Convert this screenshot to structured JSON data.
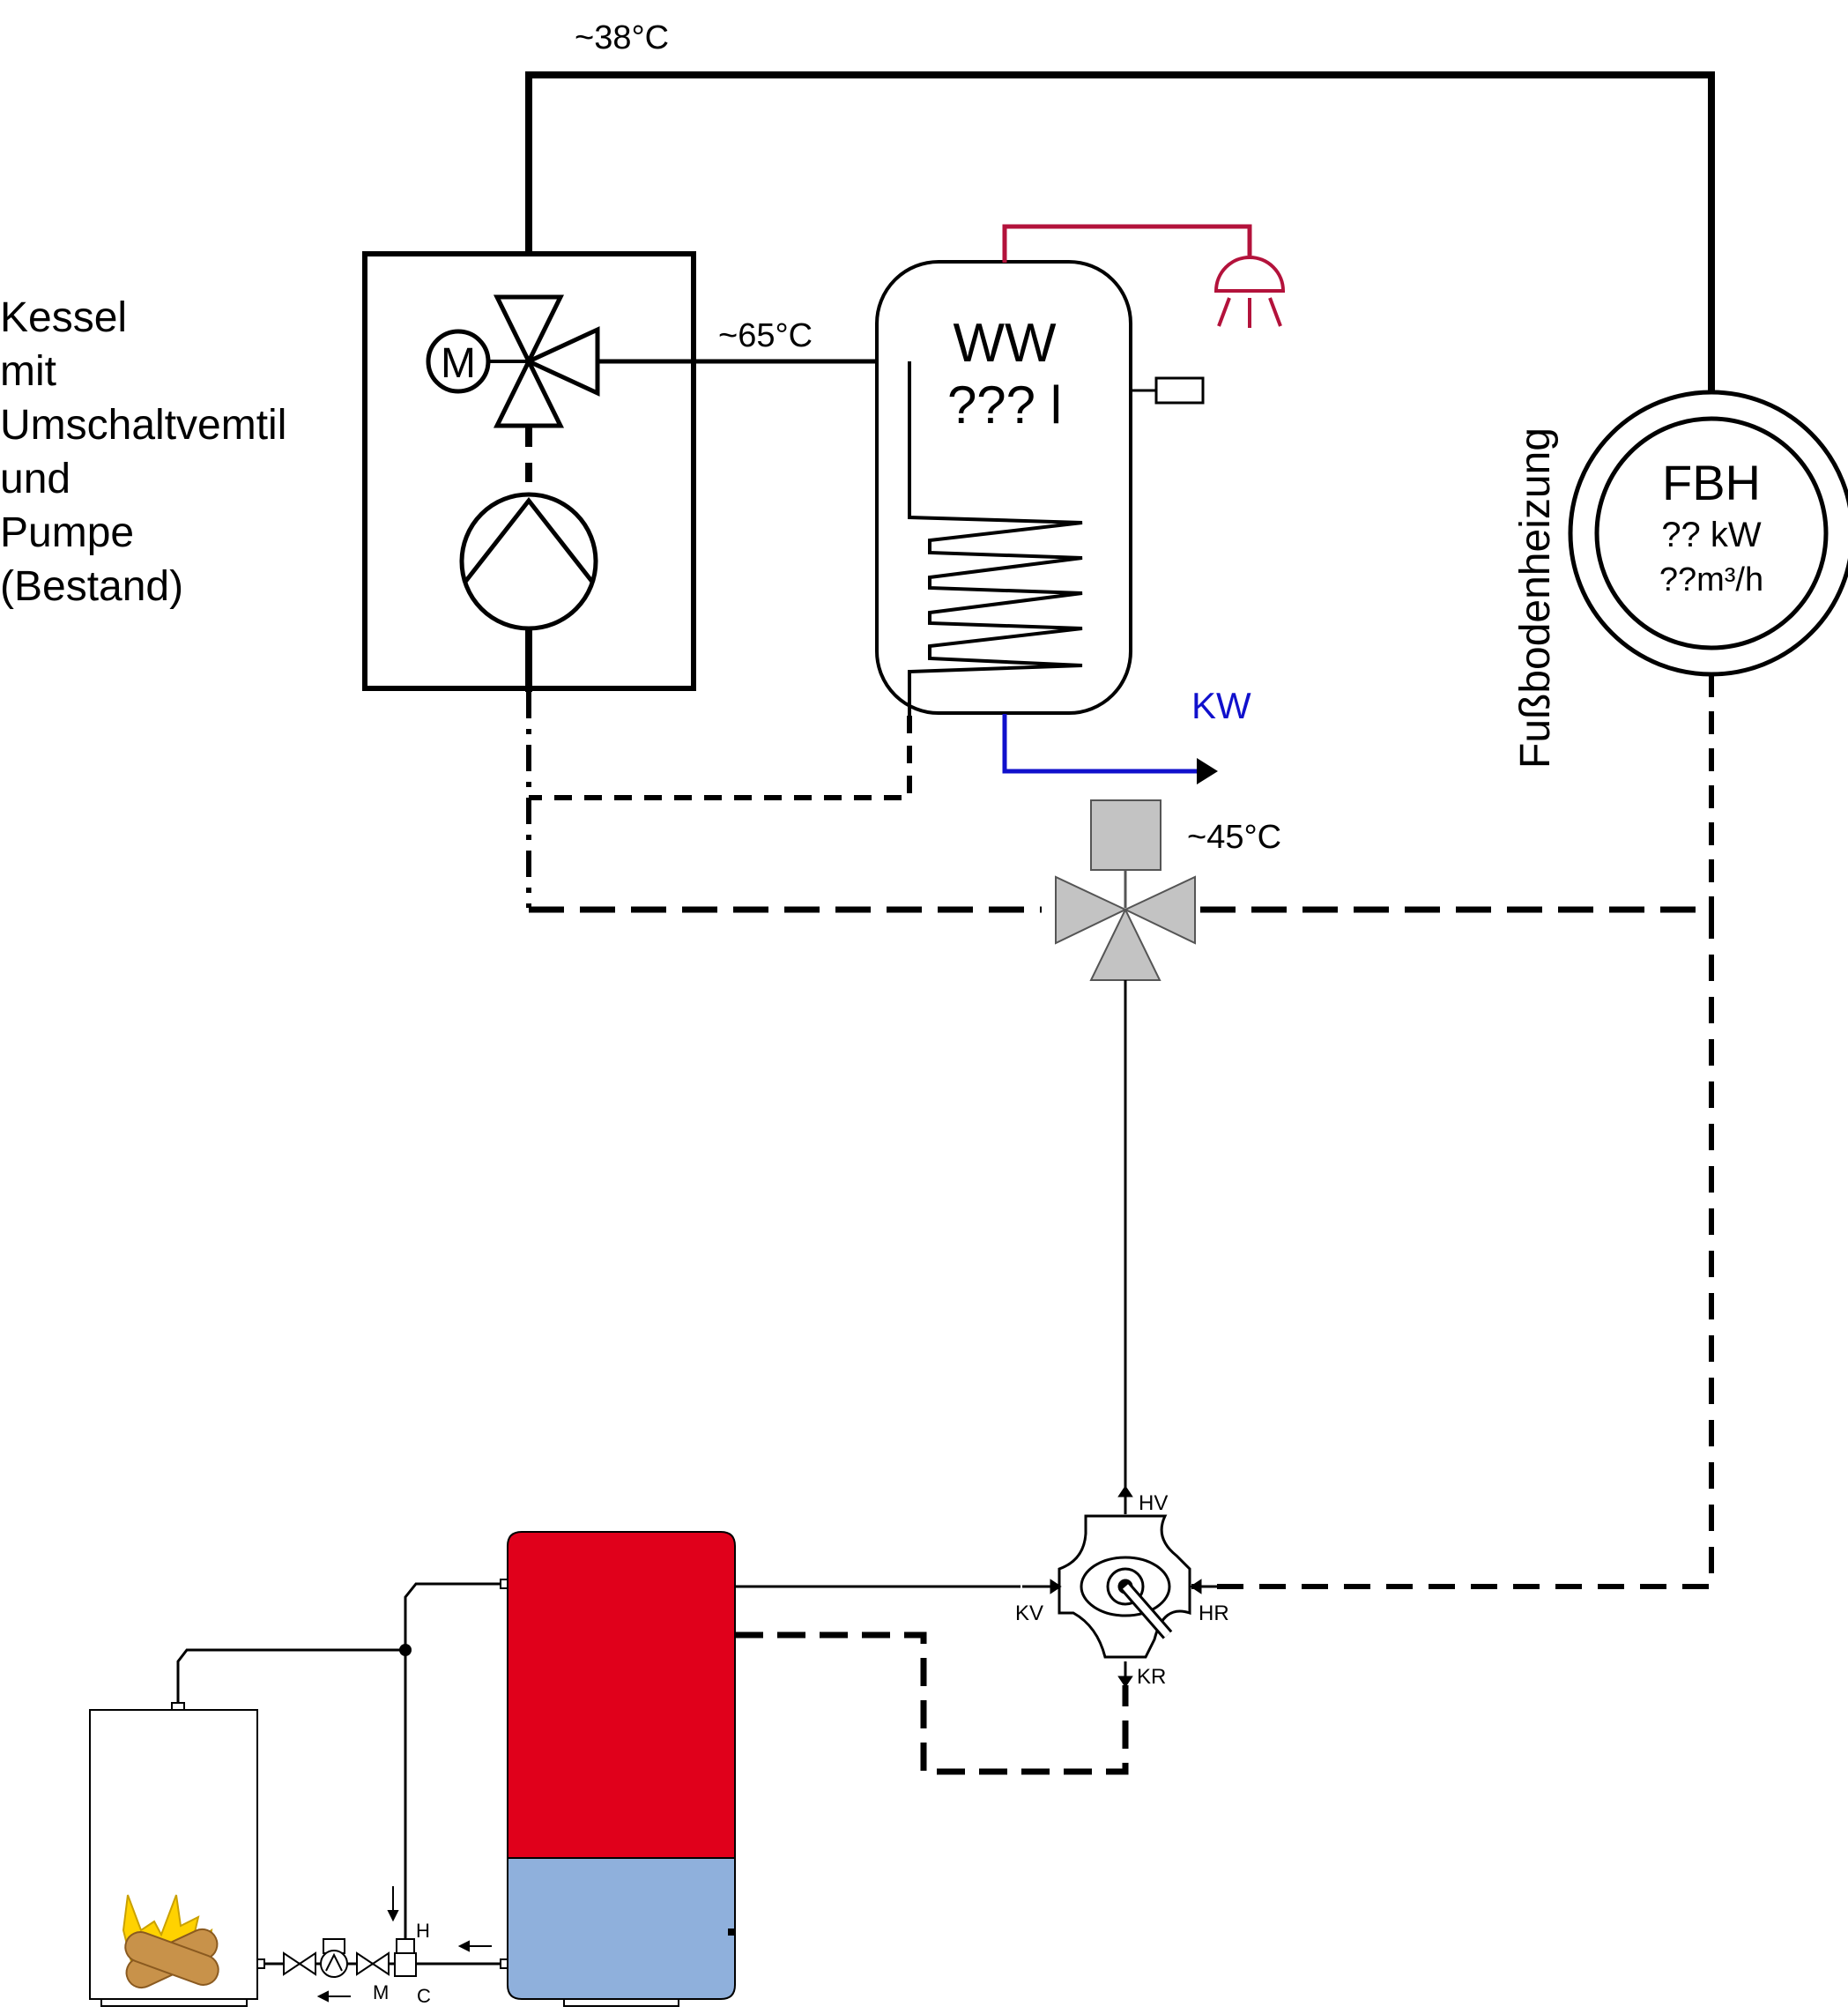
{
  "labels": {
    "kessel_lines": [
      "Kessel",
      "mit",
      "Umschaltvemtil",
      "und",
      "Pumpe",
      "(Bestand)"
    ],
    "temp_top": "~38°C",
    "temp_ww": "~65°C",
    "temp_mixer": "~45°C",
    "ww_title": "WW",
    "ww_volume": "??? l",
    "kw": "KW",
    "fussboden": "Fußbodenheizung",
    "fbh_title": "FBH",
    "fbh_power": "?? kW",
    "fbh_flow": "??m³/h",
    "motor": "M",
    "hv": "HV",
    "kv": "KV",
    "hr": "HR",
    "kr": "KR",
    "h": "H",
    "m": "M",
    "c": "C"
  },
  "colors": {
    "line": "#000000",
    "hot_water": "#b3123b",
    "cold_water": "#1010cc",
    "tank_hot": "#e0001b",
    "tank_cold": "#8fb0dc",
    "mixer_grey": "#c3c3c3",
    "flame": "#ffd200",
    "logs": "#c8924a"
  }
}
